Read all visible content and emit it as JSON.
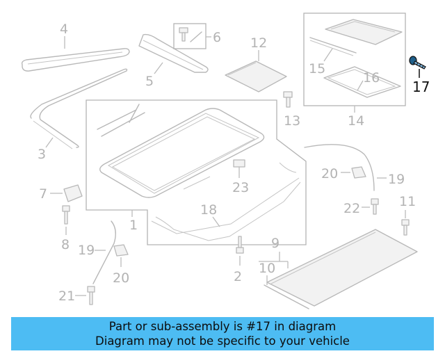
{
  "callouts": {
    "c4": "4",
    "c6": "6",
    "c5": "5",
    "c12": "12",
    "c3": "3",
    "c15": "15",
    "c16": "16",
    "c14": "14",
    "c17": "17",
    "c13": "13",
    "c1": "1",
    "c23": "23",
    "c18": "18",
    "c7": "7",
    "c8": "8",
    "c20a": "20",
    "c19a": "19",
    "c22": "22",
    "c11": "11",
    "c9": "9",
    "c10": "10",
    "c2": "2",
    "c19b": "19",
    "c20b": "20",
    "c21": "21"
  },
  "highlight": {
    "part": "17",
    "color": "#111111"
  },
  "banner": {
    "line1": "Part or sub-assembly is #17 in diagram",
    "line2": "Diagram may not be specific to your vehicle",
    "background": "#4dbcf3"
  }
}
